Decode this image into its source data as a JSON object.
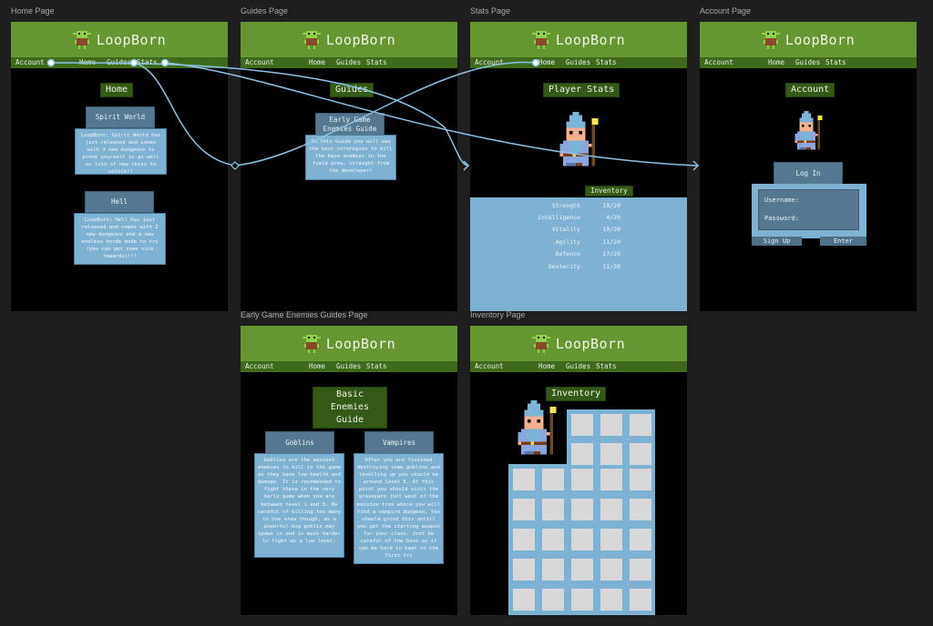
{
  "frames": {
    "home": "Home Page",
    "guides": "Guides Page",
    "stats": "Stats Page",
    "account": "Account Page",
    "early": "Early Game Enemies Guides Page",
    "inventory": "Inventory Page"
  },
  "brand": {
    "name": "LoopBorn",
    "logo_icon": "goblin-icon"
  },
  "nav": {
    "account": "Account",
    "home": "Home",
    "guides": "Guides",
    "stats": "Stats"
  },
  "home": {
    "title": "Home",
    "cards": [
      {
        "title": "Spirit World",
        "body": "LoopBorn: Spirit World has just released and comes with 3 new dungeons to prove yourself in as well as lots of new skins to unlock!!"
      },
      {
        "title": "Hell",
        "body": "LoopBorn: Hell has just released and comes with 2 new dungeons and a new endless horde mode to try (you can get some nice rewards)!!!"
      }
    ]
  },
  "guides": {
    "title": "Guides",
    "card": {
      "title": "Early Game Enemies Guide",
      "body": "In this Guide you will see the best strategies to kill the base enemies in the field area, straight from the developer!"
    }
  },
  "stats": {
    "title": "Player Stats",
    "inventory_button": "Inventory",
    "rows": [
      {
        "label": "Strength",
        "value": "18/20"
      },
      {
        "label": "Intelligence",
        "value": "4/20"
      },
      {
        "label": "Vitality",
        "value": "10/20"
      },
      {
        "label": "Agility",
        "value": "11/20"
      },
      {
        "label": "Defence",
        "value": "17/20"
      },
      {
        "label": "Dexterity",
        "value": "11/20"
      }
    ]
  },
  "account": {
    "title": "Account",
    "login_title": "Log In",
    "username_label": "Username:",
    "password_label": "Password:",
    "signup": "Sign Up",
    "enter": "Enter"
  },
  "early": {
    "title": "Basic Enemies Guide",
    "cards": [
      {
        "title": "Goblins",
        "body": "Goblins are the easiest enemies to kill in the game as they have low health and damage. It is recomended to fight these in the very early game when you are between level 1 and 5. Be careful of killing too many in one area though, as a powerful big goblin may spawn in and is much harder to fight as a low level."
      },
      {
        "title": "Vampires",
        "body": "After you are finished destroying some goblins and levelling up you should be around level 6. At this point you should visit the graveyard just west of the massive tree where you will find a vampire dungeon. You should grind this untill you get the starting weapon for your class. Jsut be careful of the boss as it can be hard to beat on the first try"
      }
    ]
  },
  "inventory": {
    "title": "Inventory"
  },
  "colors": {
    "header": "#66962f",
    "nav": "#3f6a1c",
    "card": "#7eb2d3",
    "card_header": "#56798f",
    "connector": "#8ec3e6"
  }
}
